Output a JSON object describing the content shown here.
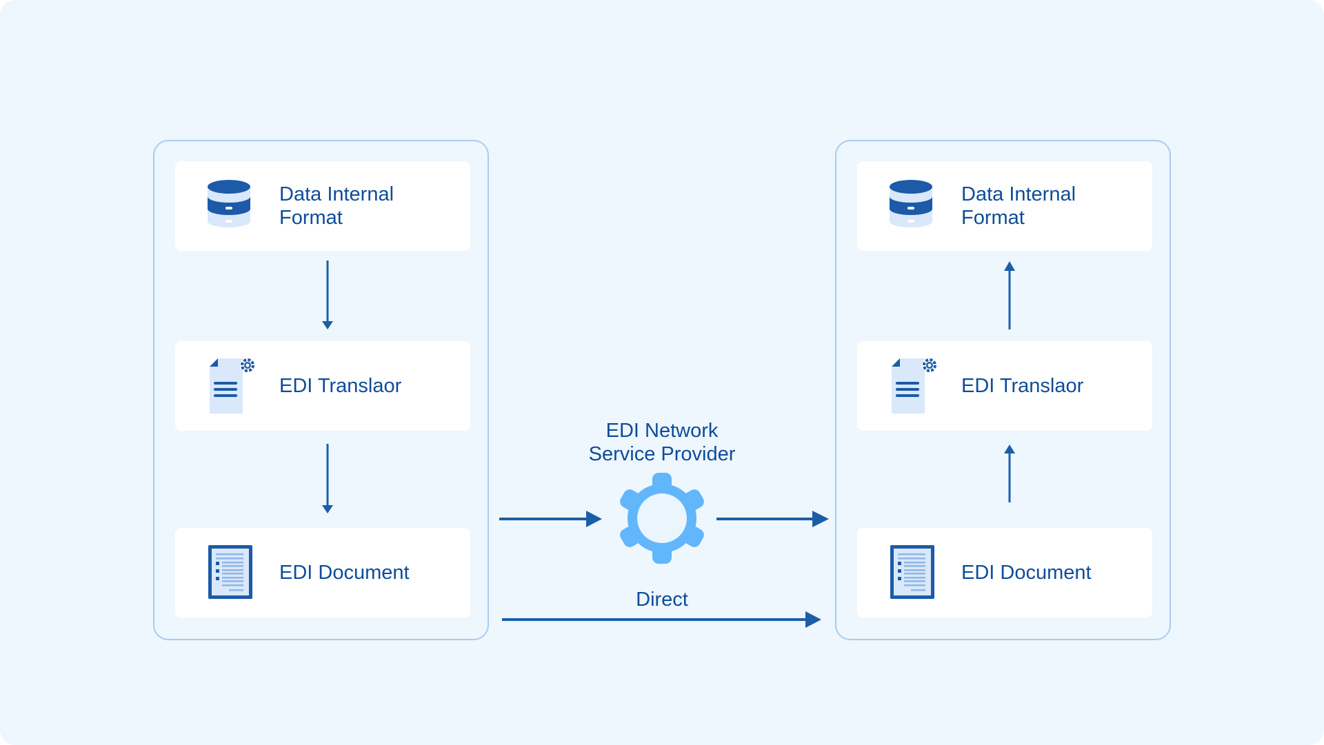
{
  "left_system": {
    "cards": [
      {
        "label": "Data Internal\nFormat",
        "icon": "database-icon"
      },
      {
        "label": "EDI Translaor",
        "icon": "document-gear-icon"
      },
      {
        "label": "EDI Document",
        "icon": "document-list-icon"
      }
    ]
  },
  "right_system": {
    "cards": [
      {
        "label": "Data Internal\nFormat",
        "icon": "database-icon"
      },
      {
        "label": "EDI Translaor",
        "icon": "document-gear-icon"
      },
      {
        "label": "EDI Document",
        "icon": "document-list-icon"
      }
    ]
  },
  "network": {
    "label": "EDI Network\nService Provider",
    "icon": "gear-icon"
  },
  "direct": {
    "label": "Direct"
  },
  "colors": {
    "background": "#eef6fe",
    "panel_border": "#a7cdf1",
    "card_fill": "#ffffff",
    "text": "#0e4c99",
    "arrow": "#1b5ea6",
    "icon_dark": "#1d5aa7",
    "icon_light": "#d9e8fb",
    "gear": "#62b6fb"
  }
}
